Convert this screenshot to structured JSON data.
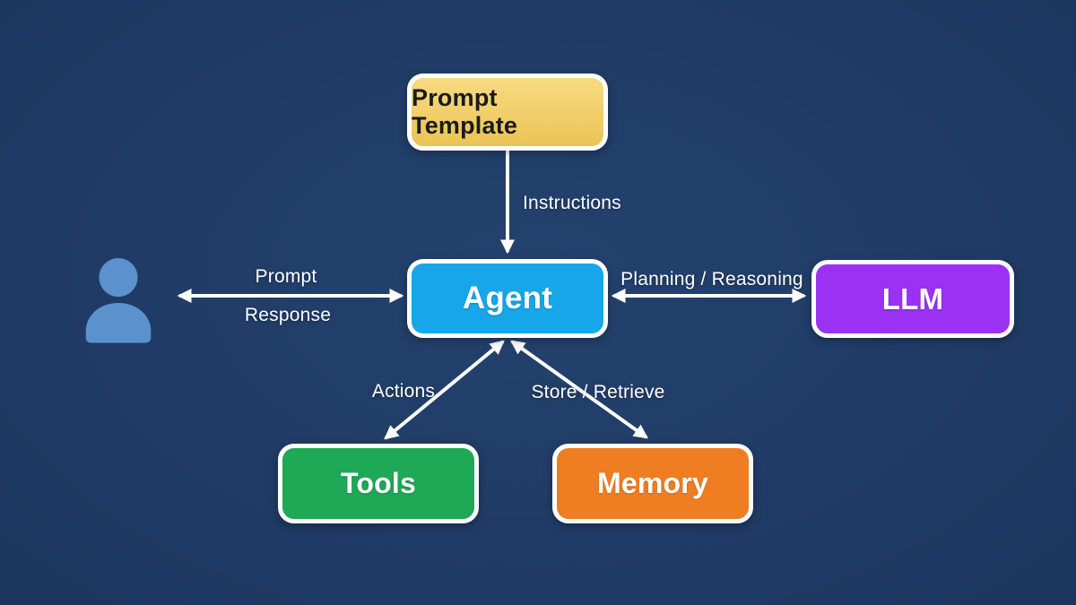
{
  "colors": {
    "background": "#1f3a64",
    "background_center": "#24426f",
    "background_edge": "#1a345d",
    "arrow": "#ffffff",
    "edge_label_text": "#ffffff",
    "node_border": "#ffffff",
    "prompt_template_fill": "#f5d05f",
    "prompt_template_text": "#1b1b1b",
    "agent_fill": "#17a6e9",
    "agent_text": "#ffffff",
    "llm_fill": "#9a31f3",
    "llm_text": "#ffffff",
    "tools_fill": "#1fa855",
    "tools_text": "#ffffff",
    "memory_fill": "#ef7e22",
    "memory_text": "#ffffff",
    "user_icon": "#5b92ce"
  },
  "nodes": {
    "prompt_template": {
      "label": "Prompt Template"
    },
    "agent": {
      "label": "Agent"
    },
    "llm": {
      "label": "LLM"
    },
    "tools": {
      "label": "Tools"
    },
    "memory": {
      "label": "Memory"
    }
  },
  "edges": {
    "instructions": {
      "label": "Instructions",
      "direction": "one-way",
      "from": "prompt_template",
      "to": "agent"
    },
    "user_agent": {
      "top_label": "Prompt",
      "bottom_label": "Response",
      "direction": "two-way",
      "from": "user",
      "to": "agent"
    },
    "agent_llm": {
      "label": "Planning / Reasoning",
      "direction": "two-way",
      "from": "agent",
      "to": "llm"
    },
    "agent_tools": {
      "label": "Actions",
      "direction": "two-way",
      "from": "agent",
      "to": "tools"
    },
    "agent_memory": {
      "label": "Store / Retrieve",
      "direction": "two-way",
      "from": "agent",
      "to": "memory"
    }
  },
  "icons": {
    "user": "person-icon"
  }
}
